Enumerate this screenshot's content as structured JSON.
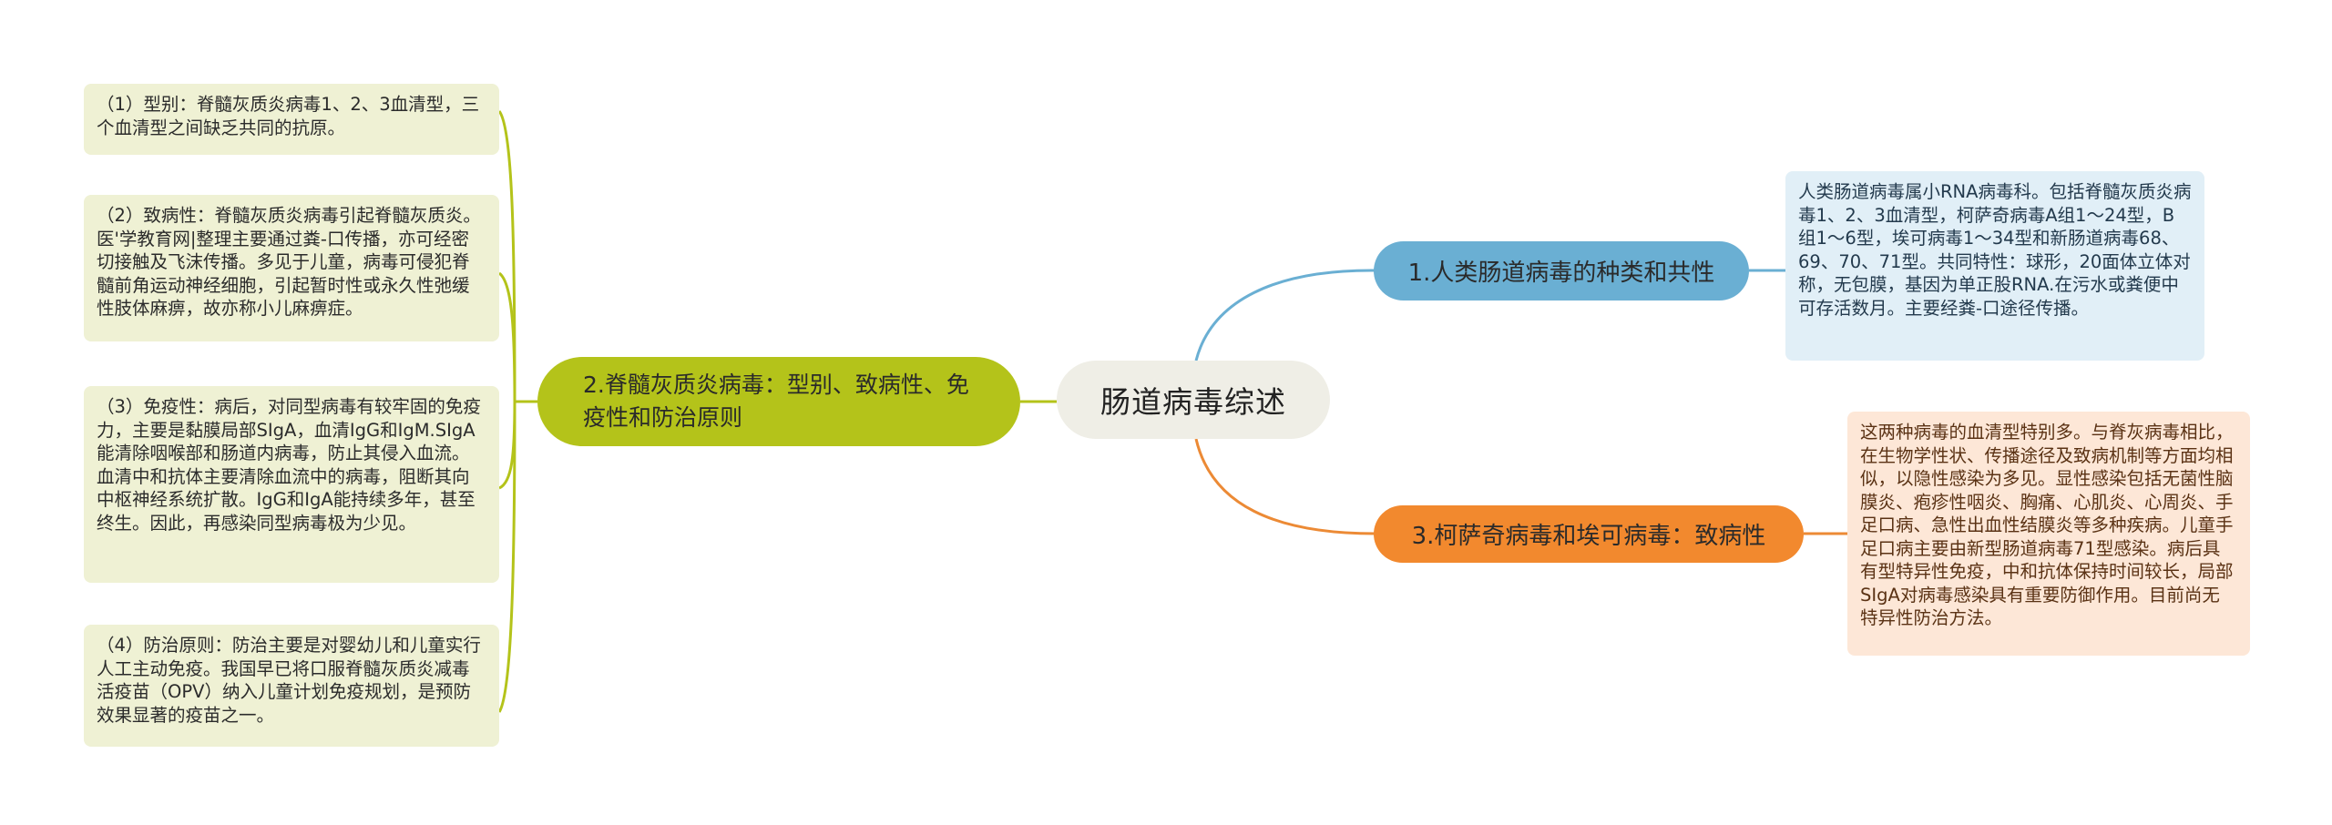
{
  "root": {
    "label": "肠道病毒综述"
  },
  "colors": {
    "root_bg": "#efeee6",
    "branch1": "#6aafd3",
    "branch2": "#b4c31a",
    "branch3": "#f2892e",
    "leaf_left_bg": "#eff1d4",
    "leaf_r1_bg": "#e1eff7",
    "leaf_r2_bg": "#fde7d7"
  },
  "branches": [
    {
      "id": "1",
      "label": "1.人类肠道病毒的种类和共性",
      "side": "right",
      "children": [
        {
          "text": "人类肠道病毒属小RNA病毒科。包括脊髓灰质炎病毒1、2、3血清型，柯萨奇病毒A组1～24型，B组1～6型，埃可病毒1～34型和新肠道病毒68、69、70、71型。共同特性：球形，20面体立体对称，无包膜，基因为单正股RNA.在污水或粪便中可存活数月。主要经粪-口途径传播。"
        }
      ]
    },
    {
      "id": "2",
      "label": "2.脊髓灰质炎病毒：型别、致病性、免疫性和防治原则",
      "side": "left",
      "children": [
        {
          "text": "（1）型别：脊髓灰质炎病毒1、2、3血清型，三个血清型之间缺乏共同的抗原。"
        },
        {
          "text": "（2）致病性：脊髓灰质炎病毒引起脊髓灰质炎。医'学教育网|整理主要通过粪-口传播，亦可经密切接触及飞沫传播。多见于儿童，病毒可侵犯脊髓前角运动神经细胞，引起暂时性或永久性弛缓性肢体麻痹，故亦称小儿麻痹症。"
        },
        {
          "text": "（3）免疫性：病后，对同型病毒有较牢固的免疫力，主要是黏膜局部SIgA，血清IgG和IgM.SIgA能清除咽喉部和肠道内病毒，防止其侵入血流。血清中和抗体主要清除血流中的病毒，阻断其向中枢神经系统扩散。IgG和IgA能持续多年，甚至终生。因此，再感染同型病毒极为少见。"
        },
        {
          "text": "（4）防治原则：防治主要是对婴幼儿和儿童实行人工主动免疫。我国早已将口服脊髓灰质炎减毒活疫苗（OPV）纳入儿童计划免疫规划，是预防效果显著的疫苗之一。"
        }
      ]
    },
    {
      "id": "3",
      "label": "3.柯萨奇病毒和埃可病毒：致病性",
      "side": "right",
      "children": [
        {
          "text": "这两种病毒的血清型特别多。与脊灰病毒相比，在生物学性状、传播途径及致病机制等方面均相似，以隐性感染为多见。显性感染包括无菌性脑膜炎、疱疹性咽炎、胸痛、心肌炎、心周炎、手足口病、急性出血性结膜炎等多种疾病。儿童手足口病主要由新型肠道病毒71型感染。病后具有型特异性免疫，中和抗体保持时间较长，局部SIgA对病毒感染具有重要防御作用。目前尚无特异性防治方法。"
        }
      ]
    }
  ]
}
